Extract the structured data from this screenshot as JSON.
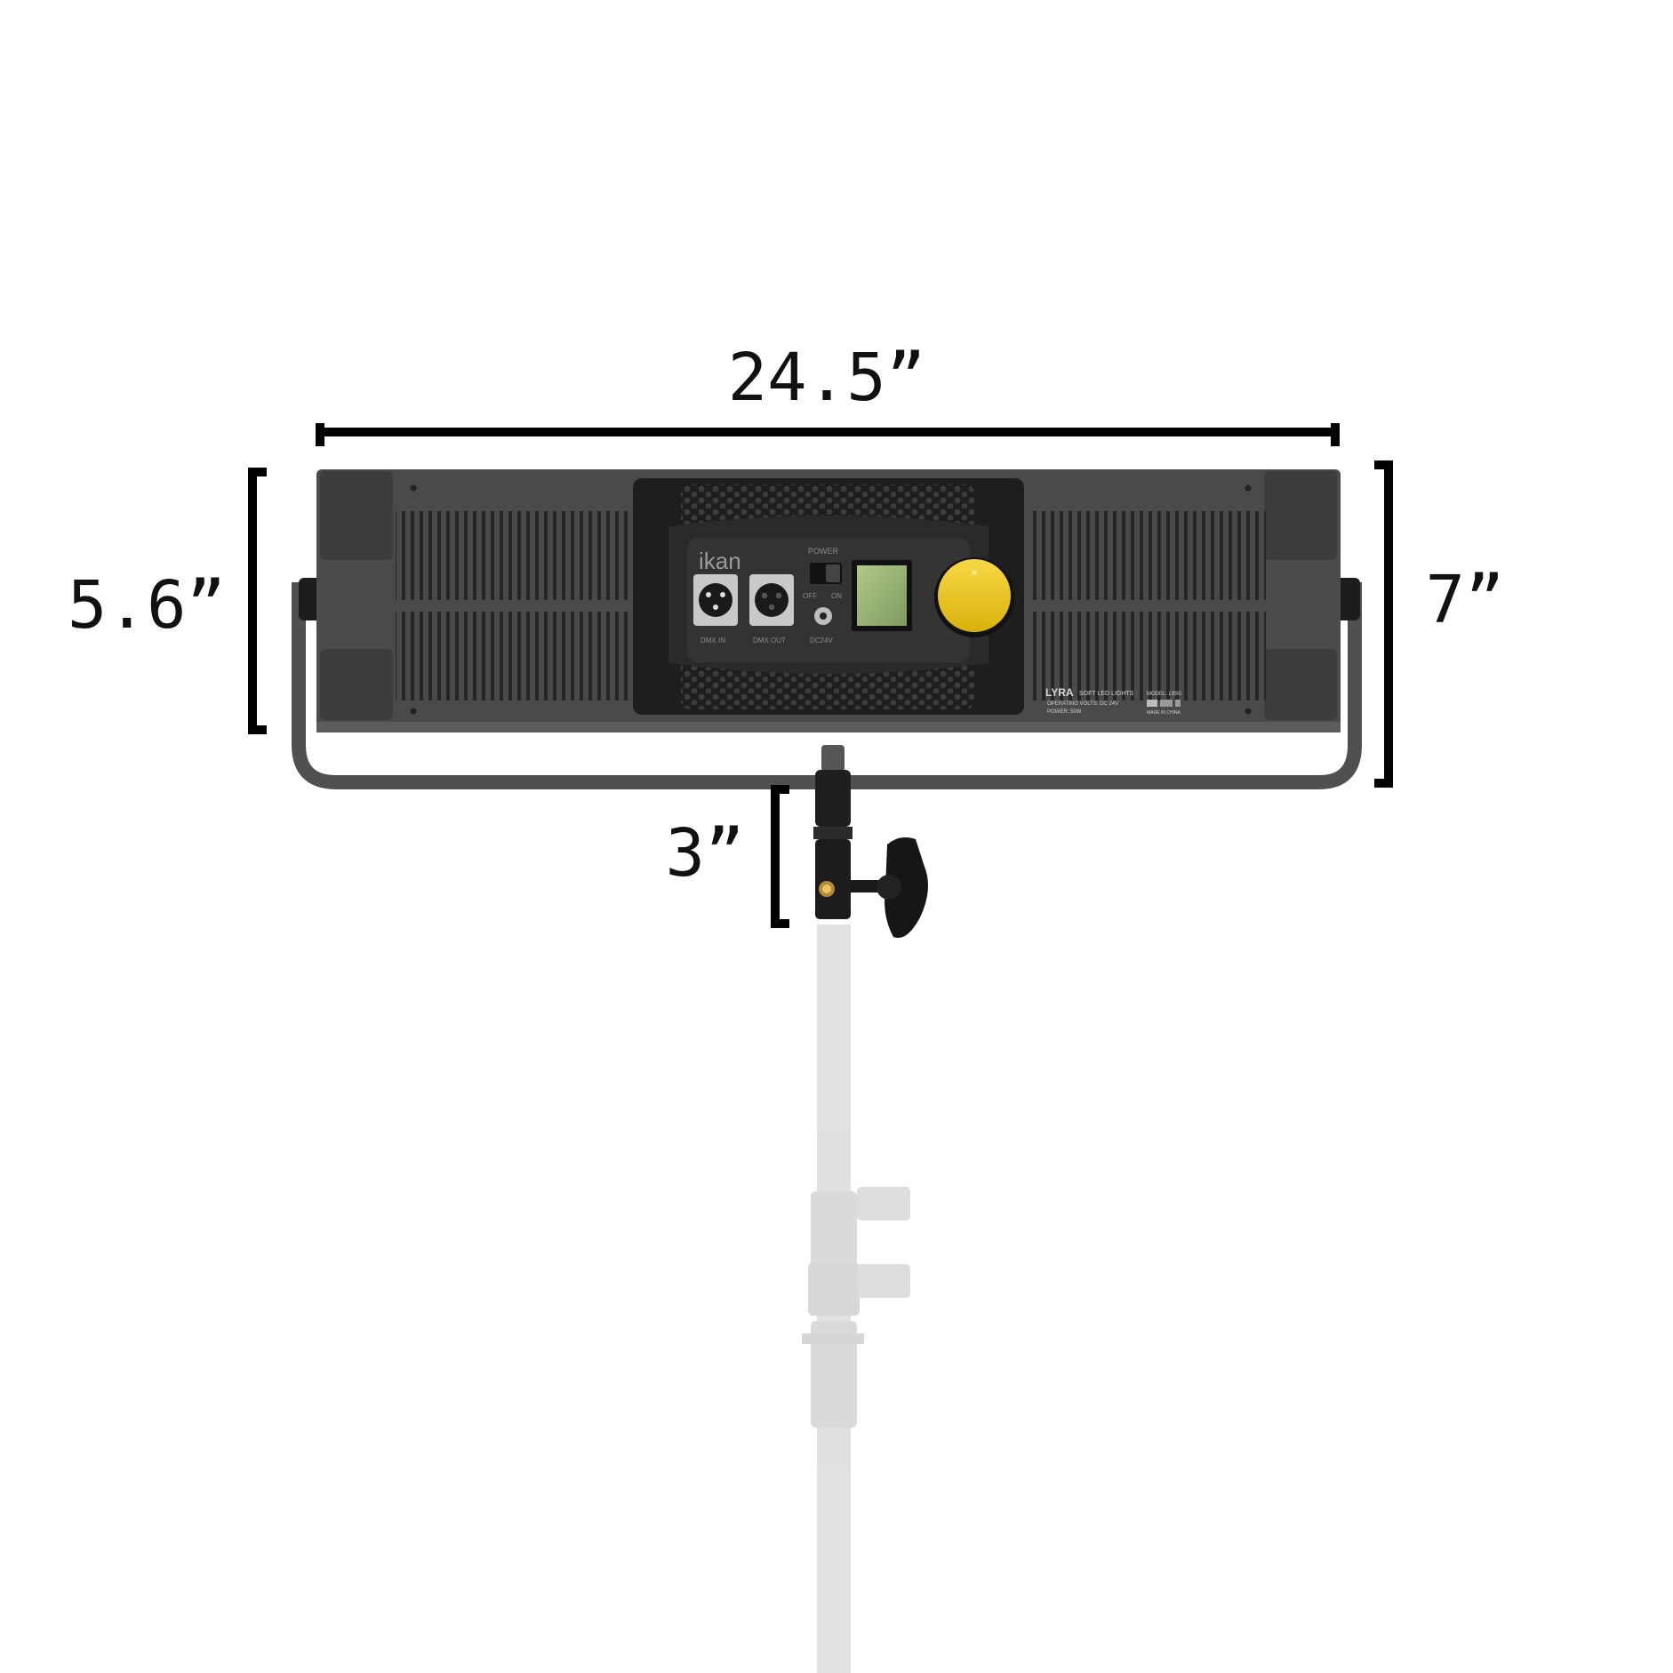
{
  "dimensions": {
    "width": "24.5”",
    "height_panel": "5.6”",
    "height_total": "7”",
    "mount": "3”"
  },
  "control_panel": {
    "logo": "ikan",
    "power_label": "POWER",
    "off_label": "OFF",
    "on_label": "ON",
    "dmx_in": "DMX IN",
    "dmx_out": "DMX OUT",
    "dc_in": "DC24V"
  },
  "rating_plate": {
    "brand": "LYRA",
    "product": "SOFT LED LIGHTS",
    "model": "MODEL: LB50",
    "volts": "OPERATING VOLTS: DC 24V",
    "power": "POWER: 50W",
    "origin": "MADE IN CHINA"
  },
  "colors": {
    "panel": "#4a4a4a",
    "housing": "#1e1e1e",
    "knob": "#f2c81c",
    "lcd": "#9bb37a",
    "stand": "#cfcfcf"
  }
}
